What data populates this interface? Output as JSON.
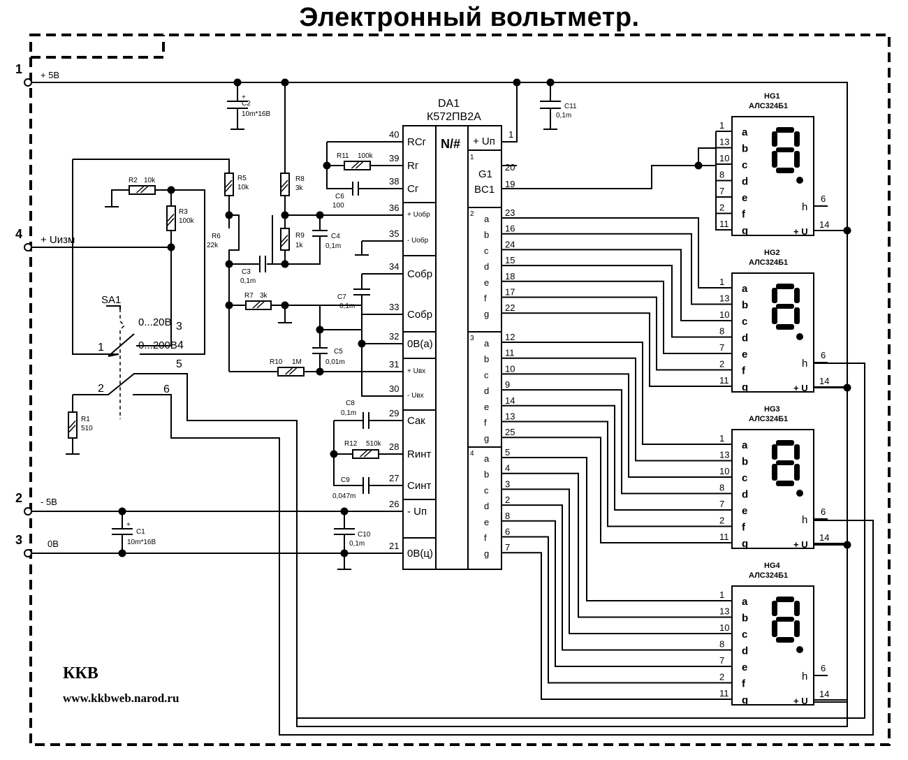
{
  "title": "Электронный вольтметр.",
  "terminals": [
    {
      "num": "1",
      "label": "+ 5В"
    },
    {
      "num": "4",
      "label": "+ Uизм"
    },
    {
      "num": "2",
      "label": "- 5В"
    },
    {
      "num": "3",
      "label": "0В"
    }
  ],
  "ic": {
    "ref": "DA1",
    "part": "К572ПВ2А",
    "left_pins": [
      {
        "pin": "40",
        "label": "RCг"
      },
      {
        "pin": "39",
        "label": "Rг"
      },
      {
        "pin": "38",
        "label": "Cг"
      },
      {
        "pin": "36",
        "label": "+ Uобр"
      },
      {
        "pin": "35",
        "label": "- Uобр"
      },
      {
        "pin": "34",
        "label": "Cобр"
      },
      {
        "pin": "33",
        "label": "Cобр"
      },
      {
        "pin": "32",
        "label": "0В(а)"
      },
      {
        "pin": "31",
        "label": "+ Uвх"
      },
      {
        "pin": "30",
        "label": "- Uвх"
      },
      {
        "pin": "29",
        "label": "Cак"
      },
      {
        "pin": "28",
        "label": "Rинт"
      },
      {
        "pin": "27",
        "label": "Cинт"
      },
      {
        "pin": "26",
        "label": "- Uп"
      },
      {
        "pin": "21",
        "label": "0В(ц)"
      }
    ],
    "center_symbol": "N/#",
    "right_top": {
      "up_label": "+ Uп",
      "up_pin": "1",
      "g1": "G1",
      "bc1": "BC1",
      "g1_pin": "20",
      "bc1_pin": "19",
      "g1_num": "1"
    },
    "groups": [
      {
        "num": "2",
        "segs": [
          "a",
          "b",
          "c",
          "d",
          "e",
          "f",
          "g"
        ],
        "pins": [
          "23",
          "16",
          "24",
          "15",
          "18",
          "17",
          "22"
        ]
      },
      {
        "num": "3",
        "segs": [
          "a",
          "b",
          "c",
          "d",
          "e",
          "f",
          "g"
        ],
        "pins": [
          "12",
          "11",
          "10",
          "9",
          "14",
          "13",
          "25"
        ]
      },
      {
        "num": "4",
        "segs": [
          "a",
          "b",
          "c",
          "d",
          "e",
          "f",
          "g"
        ],
        "pins": [
          "5",
          "4",
          "3",
          "2",
          "8",
          "6",
          "7"
        ]
      }
    ]
  },
  "components": {
    "R2": {
      "ref": "R2",
      "val": "10k"
    },
    "R3": {
      "ref": "R3",
      "val": "100k"
    },
    "R5": {
      "ref": "R5",
      "val": "10k"
    },
    "R6": {
      "ref": "R6",
      "val": "22k"
    },
    "R7": {
      "ref": "R7",
      "val": "3k"
    },
    "R8": {
      "ref": "R8",
      "val": "3k"
    },
    "R9": {
      "ref": "R9",
      "val": "1k"
    },
    "R10": {
      "ref": "R10",
      "val": "1M"
    },
    "R11": {
      "ref": "R11",
      "val": "100k"
    },
    "R12": {
      "ref": "R12",
      "val": "510k"
    },
    "R1": {
      "ref": "R1",
      "val": "510"
    },
    "C1": {
      "ref": "C1",
      "val": "10m*16В"
    },
    "C2": {
      "ref": "C2",
      "val": "10m*16В"
    },
    "C3": {
      "ref": "C3",
      "val": "0,1m"
    },
    "C4": {
      "ref": "C4",
      "val": "0,1m"
    },
    "C5": {
      "ref": "C5",
      "val": "0,01m"
    },
    "C6": {
      "ref": "C6",
      "val": "100"
    },
    "C7": {
      "ref": "C7",
      "val": "0,1m"
    },
    "C8": {
      "ref": "C8",
      "val": "0,1m"
    },
    "C9": {
      "ref": "C9",
      "val": "0,047m"
    },
    "C10": {
      "ref": "C10",
      "val": "0,1m"
    },
    "C11": {
      "ref": "C11",
      "val": "0,1m"
    }
  },
  "switch": {
    "ref": "SA1",
    "range1": "0...20В",
    "range2": "0...200В",
    "contacts": [
      "1",
      "2",
      "3",
      "4",
      "5",
      "6"
    ]
  },
  "displays": [
    {
      "ref": "HG1",
      "part": "АЛС324Б1"
    },
    {
      "ref": "HG2",
      "part": "АЛС324Б1"
    },
    {
      "ref": "HG3",
      "part": "АЛС324Б1"
    },
    {
      "ref": "HG4",
      "part": "АЛС324Б1"
    }
  ],
  "display_pins": {
    "segs": [
      "a",
      "b",
      "c",
      "d",
      "e",
      "f",
      "g"
    ],
    "pins": [
      "1",
      "13",
      "10",
      "8",
      "7",
      "2",
      "11"
    ],
    "h_label": "h",
    "h_pin": "6",
    "u_label": "+ U",
    "u_pin": "14"
  },
  "signature": {
    "name": "ККВ",
    "url": "www.kkbweb.narod.ru"
  }
}
